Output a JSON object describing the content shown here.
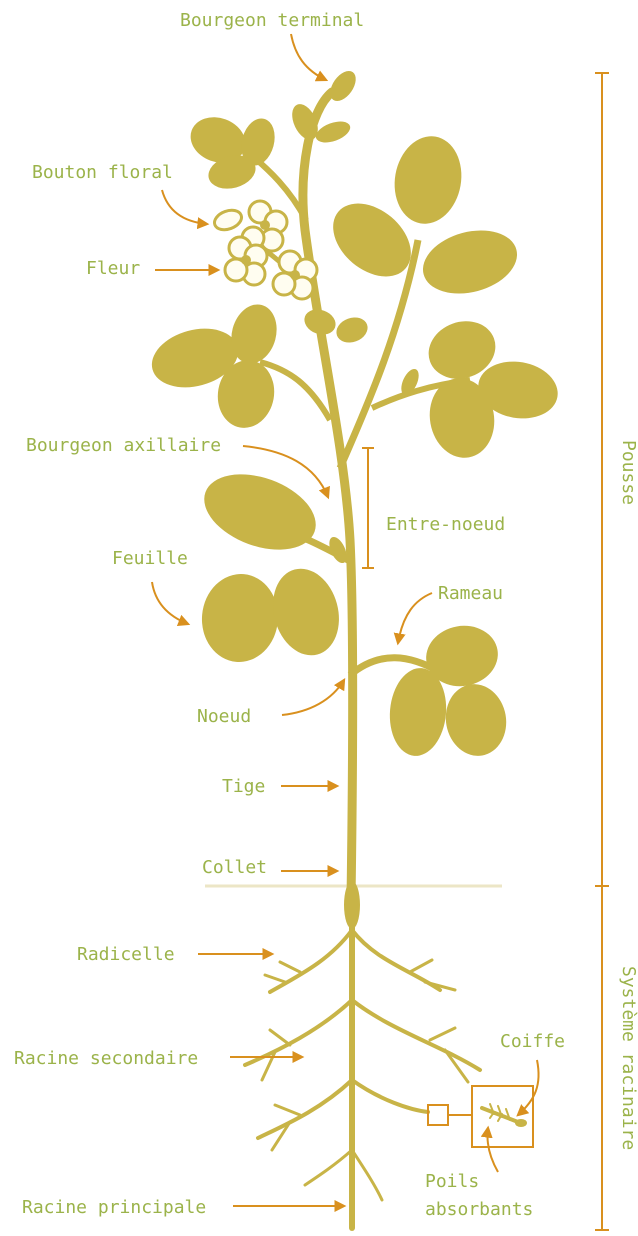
{
  "colors": {
    "plant": "#c8b447",
    "flower": "#fffdf0",
    "arrow": "#d9901e",
    "label": "#9bb34a",
    "ground": "#ece6c6",
    "bracket": "#d9901e"
  },
  "labels": {
    "bourgeon_terminal": "Bourgeon terminal",
    "bouton_floral": "Bouton floral",
    "fleur": "Fleur",
    "bourgeon_axillaire": "Bourgeon axillaire",
    "entre_noeud": "Entre-noeud",
    "feuille": "Feuille",
    "rameau": "Rameau",
    "noeud": "Noeud",
    "tige": "Tige",
    "collet": "Collet",
    "radicelle": "Radicelle",
    "coiffe": "Coiffe",
    "racine_secondaire": "Racine secondaire",
    "poils_line1": "Poils",
    "poils_line2": "absorbants",
    "racine_principale": "Racine principale"
  },
  "sections": {
    "pousse": "Pousse",
    "systeme_racinaire": "Système racinaire"
  }
}
